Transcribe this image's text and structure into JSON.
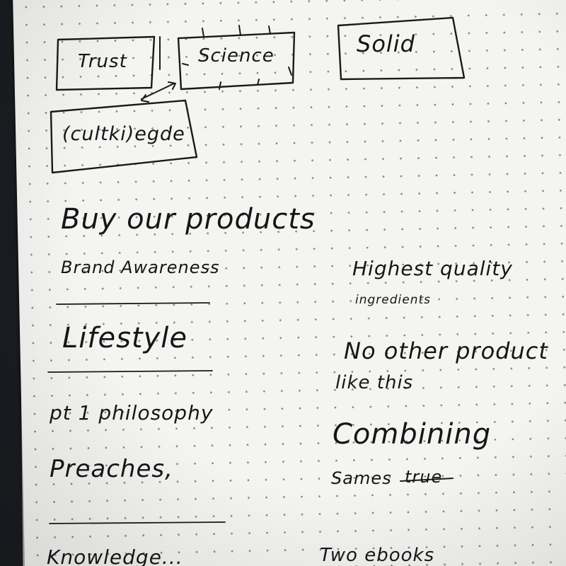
{
  "boxes": {
    "trust": "Trust",
    "science": "Science",
    "solid": "Solid",
    "knowledge": "(cultki)egde"
  },
  "left_notes": {
    "heading": "Buy our products",
    "brand": "Brand Awareness",
    "lifestyle": "Lifestyle",
    "philosophy": "pt 1 philosophy",
    "preaches": "Preaches,",
    "bottom": "Knowledge..."
  },
  "right_notes": {
    "highest_quality": "Highest quality",
    "ingredients": "ingredients",
    "no_other": "No other product",
    "like_this": "like this",
    "combining": "Combining",
    "sames": "Sames",
    "struck": "true",
    "bottom": "Two ebooks"
  }
}
